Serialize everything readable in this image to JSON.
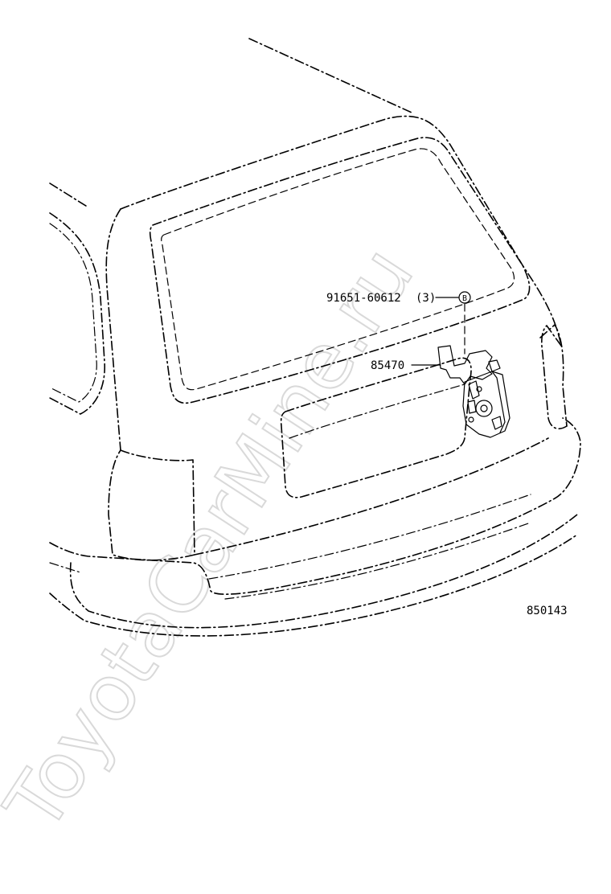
{
  "parts": {
    "bolt": {
      "number": "91651-60612",
      "qty": "(3)",
      "marker": "B"
    },
    "lock_assembly": {
      "number": "85470"
    }
  },
  "diagram_id": "850143",
  "watermark": "ToyotaCarMine.ru"
}
